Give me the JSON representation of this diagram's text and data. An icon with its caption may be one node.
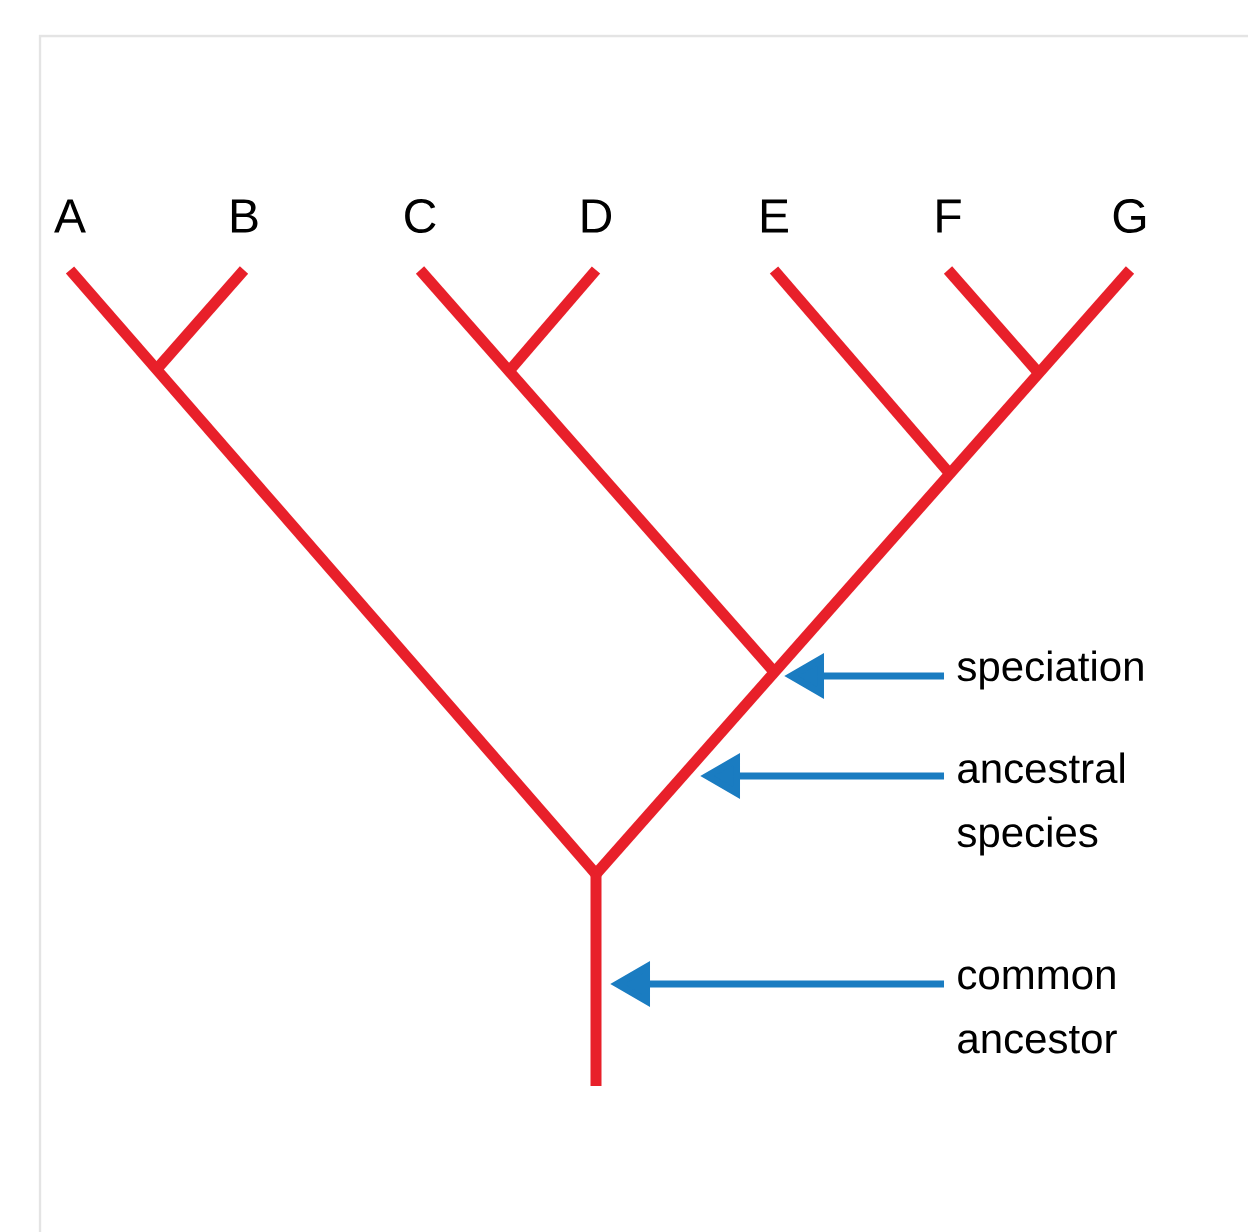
{
  "diagram": {
    "nodes": [
      {
        "text": [
          "A"
        ]
      },
      {
        "text": [
          "B"
        ]
      },
      {
        "text": [
          "C"
        ]
      },
      {
        "text": [
          "D"
        ]
      },
      {
        "text": [
          "E"
        ]
      },
      {
        "text": [
          "F"
        ]
      },
      {
        "text": [
          "G"
        ]
      },
      {
        "text": [
          "speciation"
        ]
      },
      {
        "text": [
          "ancestral species"
        ]
      },
      {
        "text": [
          "common ancestor"
        ]
      }
    ],
    "edges": [
      {
        "from": 7,
        "to": null,
        "arrow": "to",
        "color": "#1a7cc1"
      },
      {
        "from": 8,
        "to": null,
        "arrow": "to",
        "color": "#1a7cc1"
      },
      {
        "from": 9,
        "to": null,
        "arrow": "to",
        "color": "#1a7cc1"
      }
    ]
  }
}
